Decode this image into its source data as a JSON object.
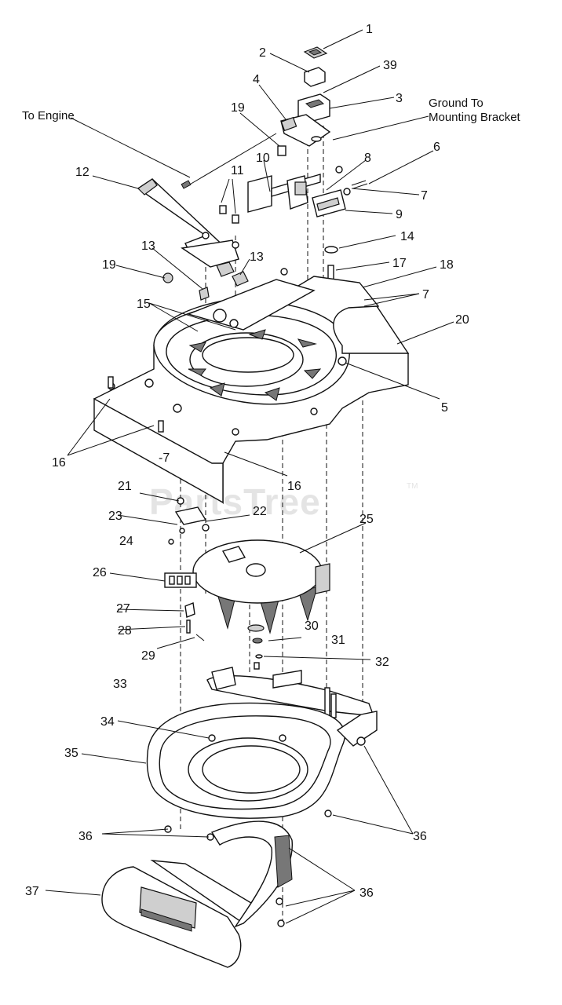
{
  "watermark": {
    "text": "PartsTree",
    "tm": "TM"
  },
  "notes": {
    "to_engine": "To Engine",
    "ground_line1": "Ground To",
    "ground_line2": "Mounting Bracket"
  },
  "callouts": [
    "1",
    "2",
    "39",
    "3",
    "4",
    "19",
    "10",
    "8",
    "6",
    "7",
    "9",
    "11",
    "12",
    "14",
    "17",
    "18",
    "13",
    "13",
    "19",
    "7",
    "15",
    "20",
    "5",
    "16",
    "-7",
    "16",
    "21",
    "22",
    "23",
    "24",
    "25",
    "26",
    "27",
    "28",
    "29",
    "30",
    "31",
    "32",
    "33",
    "34",
    "35",
    "36",
    "36",
    "37",
    "36"
  ]
}
